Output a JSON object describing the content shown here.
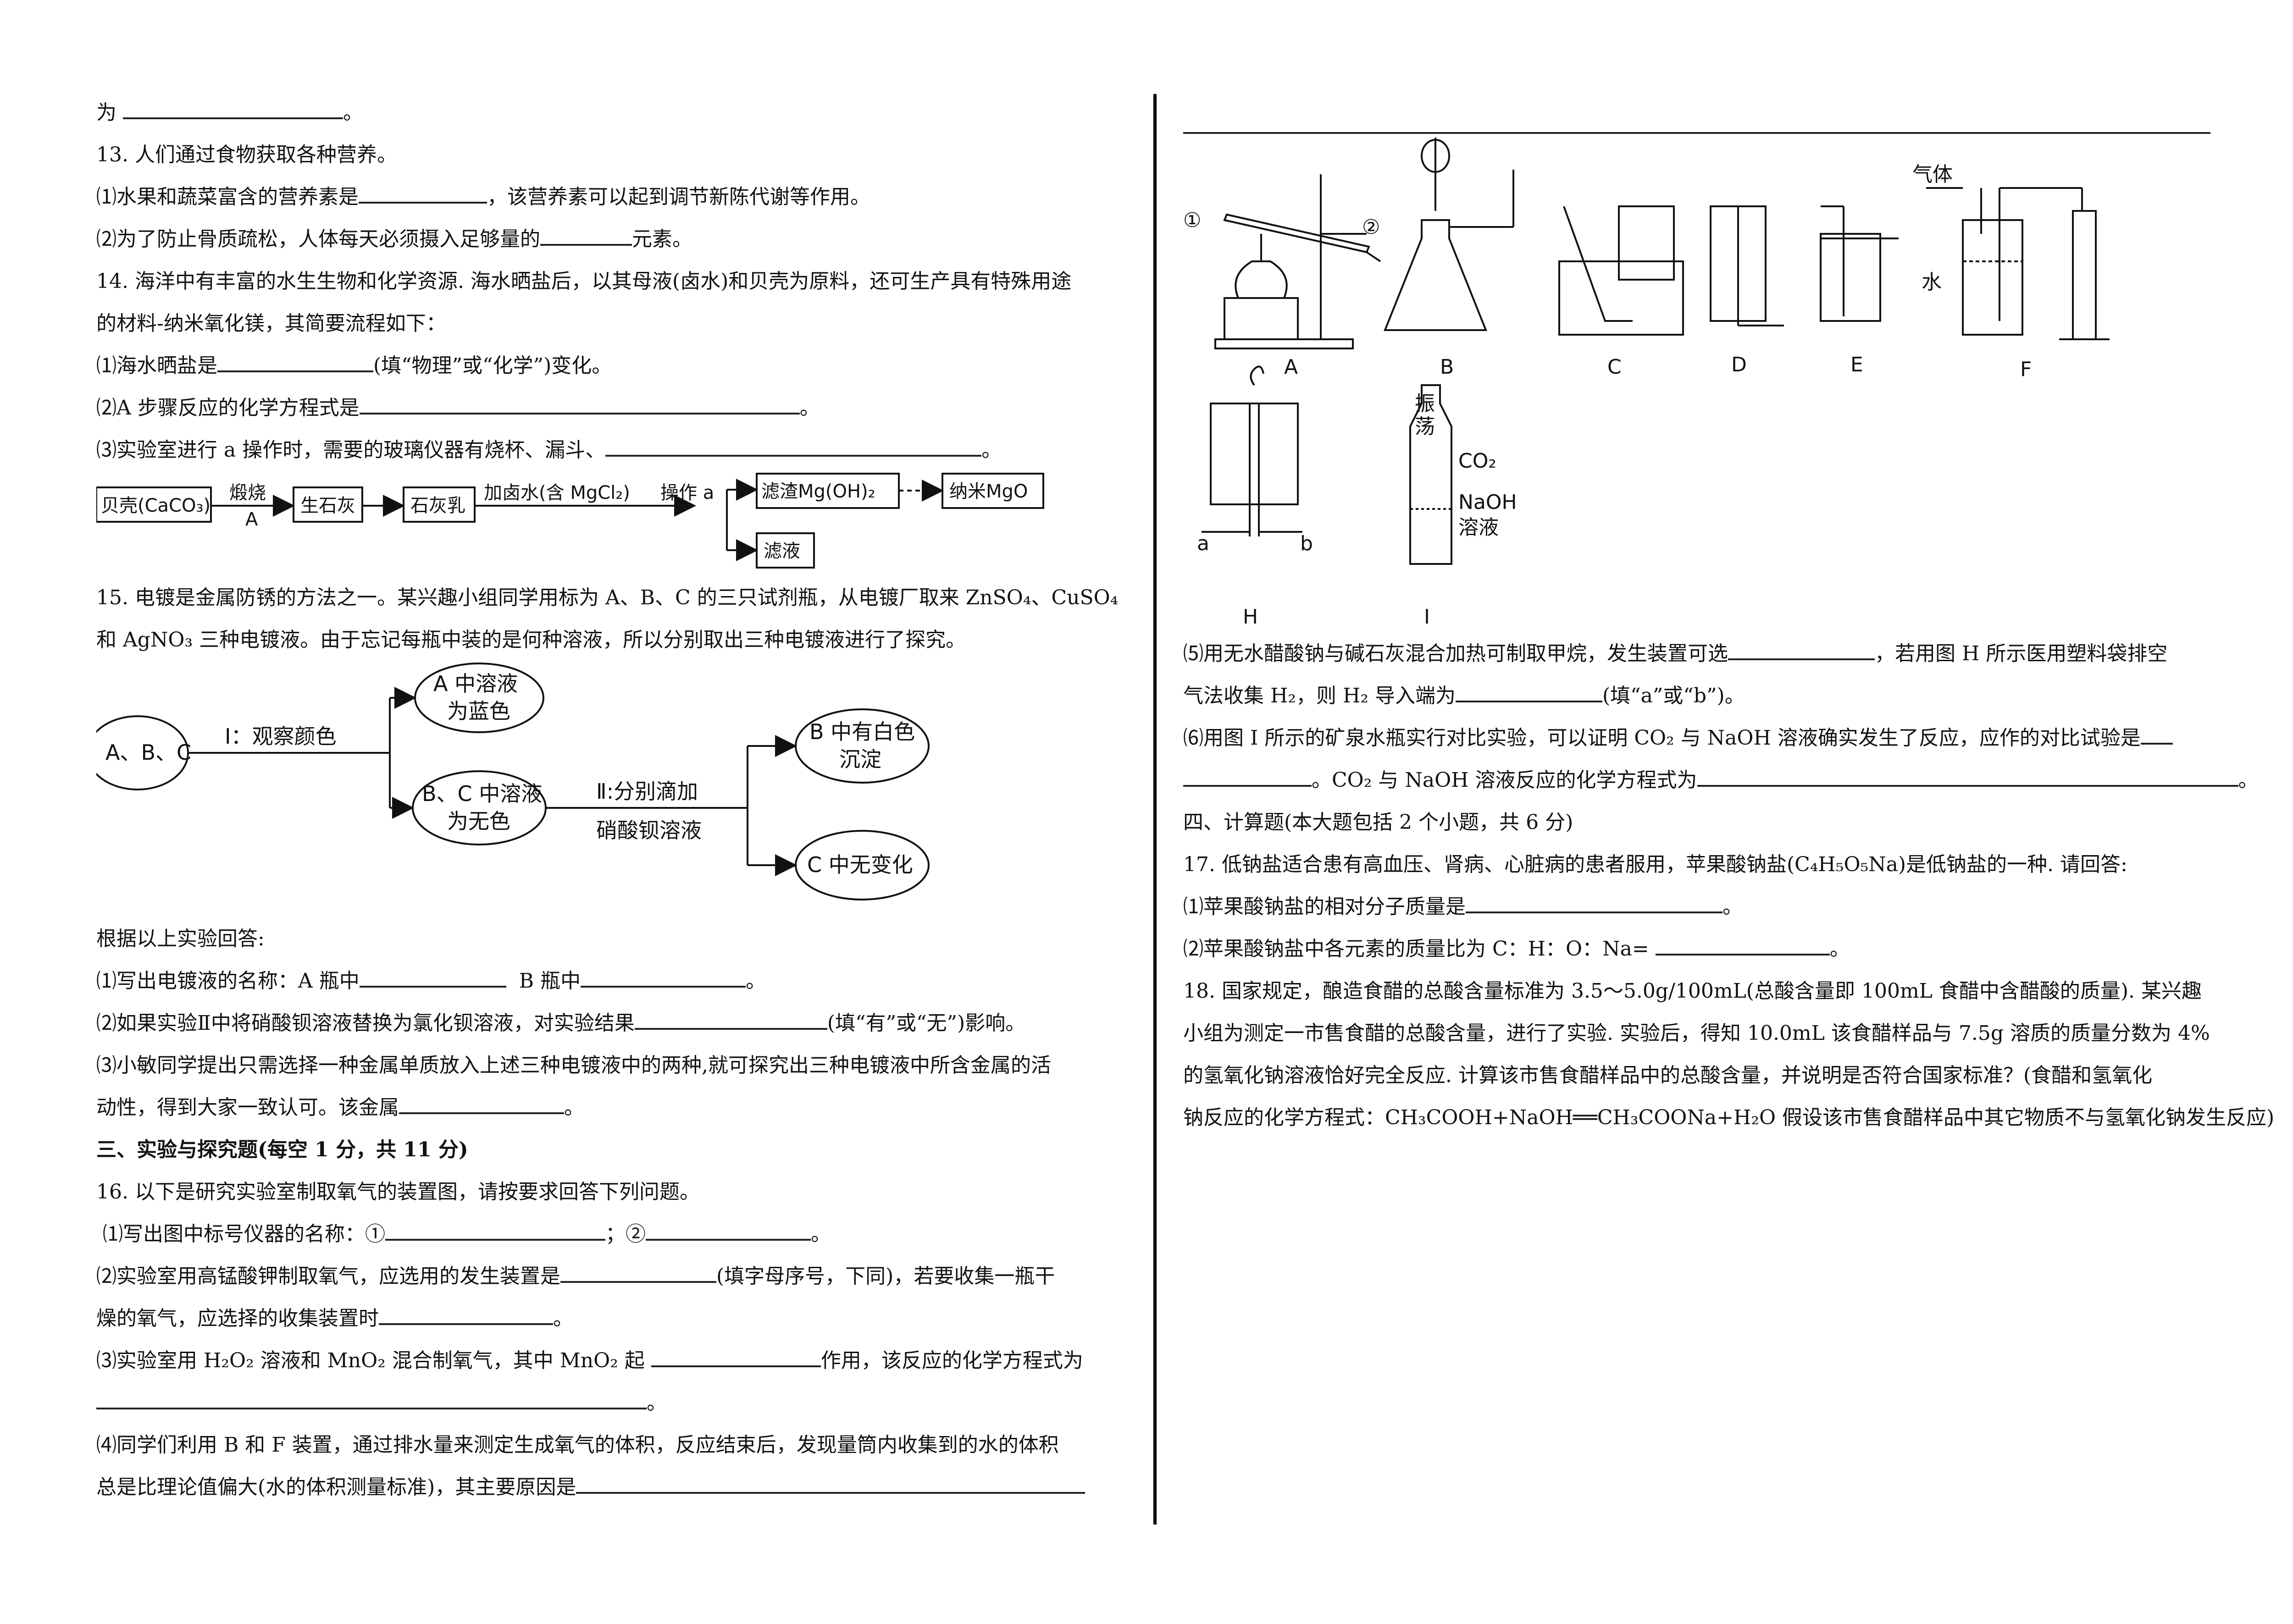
{
  "left": {
    "l0": "为",
    "l0_end": "。",
    "q13": "13. 人们通过食物获取各种营养。",
    "q13_1a": "⑴水果和蔬菜富含的营养素是",
    "q13_1b": "，该营养素可以起到调节新陈代谢等作用。",
    "q13_2a": "⑵为了防止骨质疏松，人体每天必须摄入足够量的",
    "q13_2b": "元素。",
    "q14a": "14. 海洋中有丰富的水生生物和化学资源. 海水晒盐后，以其母液(卤水)和贝壳为原料，还可生产具有特殊用途",
    "q14b": "的材料-纳米氧化镁，其简要流程如下：",
    "q14_1a": "⑴海水晒盐是",
    "q14_1b": "(填“物理”或“化学”)变化。",
    "q14_2a": "⑵A 步骤反应的化学方程式是",
    "q14_2b": "。",
    "q14_3a": "⑶实验室进行 a 操作时，需要的玻璃仪器有烧杯、漏斗、",
    "q14_3b": "。",
    "q15a": "15.  电镀是金属防锈的方法之一。某兴趣小组同学用标为 A、B、C 的三只试剂瓶，从电镀厂取来 ZnSO₄、CuSO₄",
    "q15b": "和 AgNO₃ 三种电镀液。由于忘记每瓶中装的是何种溶液，所以分别取出三种电镀液进行了探究。",
    "q15c": "根据以上实验回答:",
    "q15_1a": "⑴写出电镀液的名称：A 瓶中",
    "q15_1b": "B 瓶中",
    "q15_1c": "。",
    "q15_2a": "⑵如果实验Ⅱ中将硝酸钡溶液替换为氯化钡溶液，对实验结果",
    "q15_2b": "(填“有”或“无”)影响。",
    "q15_3a": "⑶小敏同学提出只需选择一种金属单质放入上述三种电镀液中的两种,就可探究出三种电镀液中所含金属的活",
    "q15_3b": "动性，得到大家一致认可。该金属",
    "q15_3c": "。",
    "sec3": "三、实验与探究题(每空 1 分，共 11 分)",
    "q16": "16. 以下是研究实验室制取氧气的装置图，请按要求回答下列问题。",
    "q16_1a": "⑴写出图中标号仪器的名称：①",
    "q16_1b": "；②",
    "q16_1c": "。",
    "q16_2a": "⑵实验室用高锰酸钾制取氧气，应选用的发生装置是",
    "q16_2b": "(填字母序号，下同)，若要收集一瓶干",
    "q16_2c": "燥的氧气，应选择的收集装置时",
    "q16_2d": "。",
    "q16_3a": "⑶实验室用 H₂O₂ 溶液和 MnO₂ 混合制氧气，其中 MnO₂ 起",
    "q16_3b": "作用，该反应的化学方程式为",
    "q16_3c": "。",
    "q16_4a": "⑷同学们利用 B 和 F 装置，通过排水量来测定生成氧气的体积，反应结束后，发现量筒内收集到的水的体积",
    "q16_4b": "总是比理论值偏大(水的体积测量标准)，其主要原因是"
  },
  "flow14": {
    "shell": "贝壳(CaCO₃)",
    "calcine": "煅烧",
    "stepA": "A",
    "quicklime": "生石灰",
    "milk": "石灰乳",
    "brine": "加卤水(含 MgCl₂)",
    "op": "操作 a",
    "residue": "滤渣Mg(OH)₂",
    "nano": "纳米MgO",
    "filtrate": "滤液"
  },
  "flow15": {
    "abc": "A、B、C",
    "obs": "I：观察颜色",
    "a_blue_1": "A 中溶液",
    "a_blue_2": "为蓝色",
    "bc_1": "B、C 中溶液",
    "bc_2": "为无色",
    "step2_1": "Ⅱ:分别滴加",
    "step2_2": "硝酸钡溶液",
    "b_1": "B 中有白色",
    "b_2": "沉淀",
    "c_none": "C 中无变化"
  },
  "apparatus": {
    "labels": [
      "A",
      "B",
      "C",
      "D",
      "E",
      "F",
      "H",
      "I"
    ],
    "mark1": "①",
    "mark2": "②",
    "gas": "气体",
    "water": "水",
    "shake_1": "振",
    "shake_2": "荡",
    "co2": "CO₂",
    "naoh_1": "NaOH",
    "naoh_2": "溶液",
    "a_end": "a",
    "b_end": "b"
  },
  "right": {
    "q16_5a": "⑸用无水醋酸钠与碱石灰混合加热可制取甲烷，发生装置可选",
    "q16_5b": "，若用图 H 所示医用塑料袋排空",
    "q16_5c": "气法收集 H₂，则 H₂ 导入端为",
    "q16_5d": "(填“a”或“b”)。",
    "q16_6a": "⑹用图 I 所示的矿泉水瓶实行对比实验，可以证明 CO₂ 与 NaOH 溶液确实发生了反应，应作的对比试验是",
    "q16_6b": "。CO₂ 与 NaOH 溶液反应的化学方程式为",
    "q16_6c": "。",
    "sec4": "四、计算题(本大题包括 2 个小题，共 6 分)",
    "q17": "17. 低钠盐适合患有高血压、肾病、心脏病的患者服用，苹果酸钠盐(C₄H₅O₅Na)是低钠盐的一种. 请回答:",
    "q17_1a": "⑴苹果酸钠盐的相对分子质量是",
    "q17_1b": "。",
    "q17_2a": "⑵苹果酸钠盐中各元素的质量比为 C：H：O：Na=",
    "q17_2b": "。",
    "q18a": "18. 国家规定，酿造食醋的总酸含量标准为 3.5～5.0g/100mL(总酸含量即 100mL 食醋中含醋酸的质量). 某兴趣",
    "q18b": "小组为测定一市售食醋的总酸含量，进行了实验. 实验后，得知 10.0mL 该食醋样品与 7.5g 溶质的质量分数为 4%",
    "q18c": "的氢氧化钠溶液恰好完全反应. 计算该市售食醋样品中的总酸含量，并说明是否符合国家标准？(食醋和氢氧化",
    "q18d": "钠反应的化学方程式：CH₃COOH+NaOH══CH₃COONa+H₂O 假设该市售食醋样品中其它物质不与氢氧化钠发生反应)"
  }
}
